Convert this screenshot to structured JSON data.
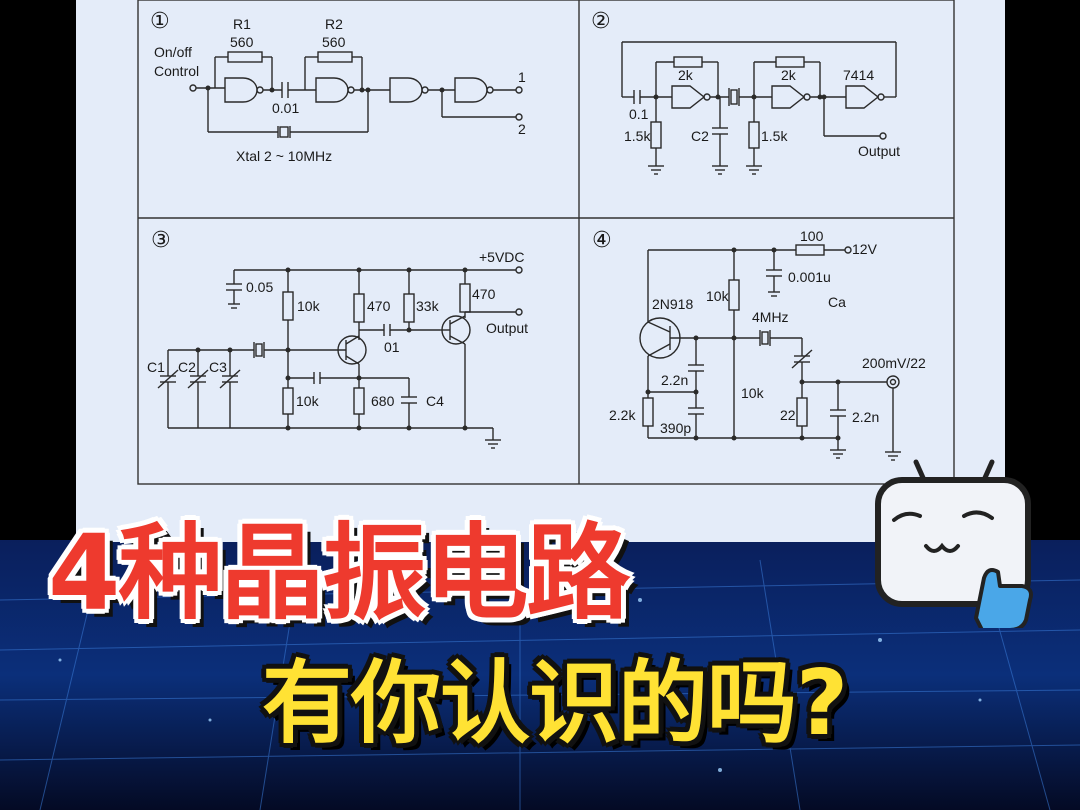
{
  "title": {
    "line1": "4种晶振电路",
    "line2": "有你认识的吗?"
  },
  "colors": {
    "title1": "#ee3a2e",
    "title2": "#ffe234",
    "panel": "#e4ecf9",
    "background": "#07143a"
  },
  "panels": {
    "p1": {
      "number": "①",
      "on_off": "On/off",
      "control": "Control",
      "r1": "R1",
      "r1_val": "560",
      "r2": "R2",
      "r2_val": "560",
      "cap": "0.01",
      "out1": "1",
      "out2": "2",
      "xtal": "Xtal 2 ~ 10MHz"
    },
    "p2": {
      "number": "②",
      "r_a": "2k",
      "r_b": "2k",
      "ic": "7414",
      "cap": "0.1",
      "r_c": "1.5k",
      "c2": "C2",
      "r_d": "1.5k",
      "output": "Output"
    },
    "p3": {
      "number": "③",
      "supply": "+5VDC",
      "c_bypass": "0.05",
      "r1": "10k",
      "r2": "470",
      "r3": "33k",
      "r4": "470",
      "output": "Output",
      "c_couple": "01",
      "c1": "C1",
      "c2": "C2",
      "c3": "C3",
      "r5": "10k",
      "r6": "680",
      "c4": "C4"
    },
    "p4": {
      "number": "④",
      "r_top": "100",
      "supply": "12V",
      "c_top": "0.001u",
      "transistor": "2N918",
      "r_bias": "10k",
      "ca": "Ca",
      "xtal": "4MHz",
      "out_level": "200mV/22",
      "c_a": "2.2n",
      "r_e": "2.2k",
      "r_bias2": "10k",
      "r_load": "22",
      "c_out": "2.2n",
      "c_b": "390p"
    }
  }
}
